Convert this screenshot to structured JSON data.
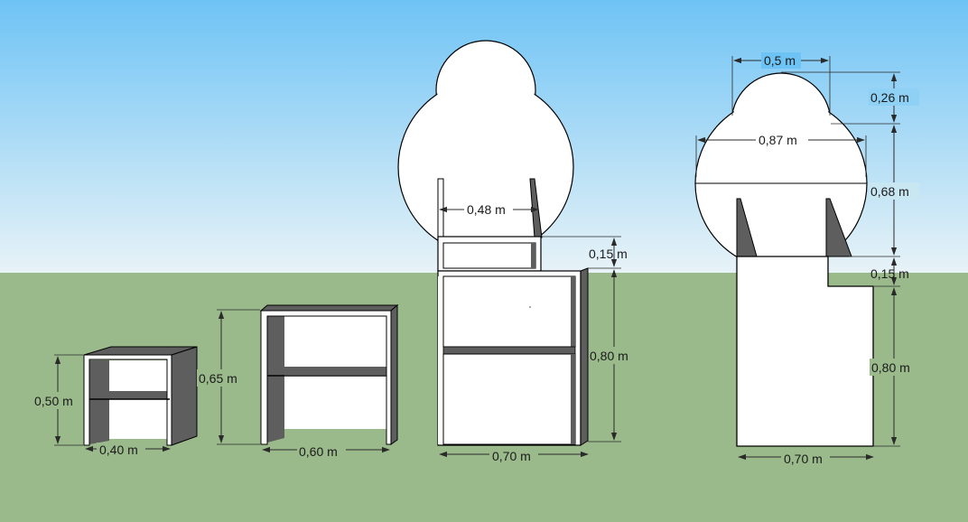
{
  "colors": {
    "sky_top": "#6ec3f5",
    "sky_bottom": "#e8f3f7",
    "ground": "#9bba8c",
    "panel_light": "#ffffff",
    "panel_dark": "#5e5e5e",
    "edge": "#000000"
  },
  "shelf_small": {
    "height_label": "0,50 m",
    "width_label": "0,40 m"
  },
  "shelf_medium": {
    "height_label": "0,65 m",
    "width_label": "0,60 m"
  },
  "shelf_tall": {
    "top_width_label": "0,48 m",
    "step_label": "0,15 m",
    "body_height_label": "0,80 m",
    "base_width_label": "0,70 m"
  },
  "shelf_side_view": {
    "top_circle_width_label": "0,5 m",
    "top_circle_height_label": "0,26 m",
    "big_circle_width_label": "0,87 m",
    "big_circle_height_label": "0,68 m",
    "step_label": "0,15 m",
    "body_height_label": "0,80 m",
    "base_width_label": "0,70 m"
  }
}
